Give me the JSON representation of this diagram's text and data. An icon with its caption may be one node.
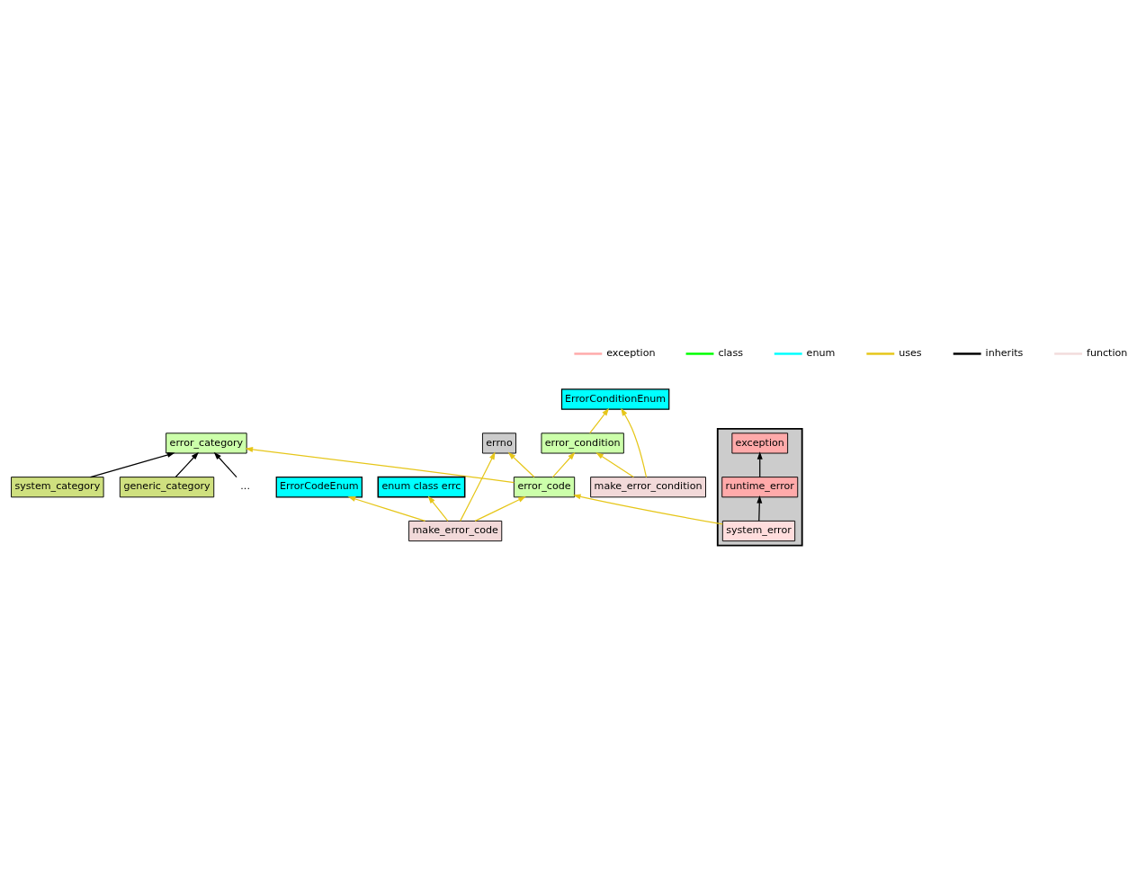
{
  "diagram": {
    "nodes": [
      {
        "text": [
          "error_category"
        ]
      },
      {
        "text": [
          "ErrorCodeEnum"
        ]
      },
      {
        "text": [
          "system_category"
        ]
      },
      {
        "text": [
          "generic_category"
        ]
      },
      {
        "text": [
          "..."
        ]
      },
      {
        "text": [
          "errno"
        ]
      },
      {
        "text": [
          "error_code"
        ]
      },
      {
        "text": [
          "ErrorConditionEnum"
        ]
      },
      {
        "text": [
          "error_condition"
        ]
      },
      {
        "text": [
          "make_error_condition"
        ]
      },
      {
        "text": [],
        "shape": "box"
      },
      {
        "text": [
          "exception"
        ],
        "in": 10
      },
      {
        "text": [
          "runtime_error"
        ],
        "in": 10
      },
      {
        "text": [
          "system_error"
        ],
        "in": 10
      },
      {
        "text": [
          "enum class errc"
        ]
      },
      {
        "text": [
          "make_error_code"
        ]
      }
    ],
    "edges": [
      {
        "from": 2,
        "to": 0,
        "arrow": "to",
        "color": "#000000"
      },
      {
        "from": 3,
        "to": 0,
        "arrow": "to",
        "color": "#000000"
      },
      {
        "from": 4,
        "to": 0,
        "arrow": "to",
        "color": "#000000"
      },
      {
        "from": 6,
        "to": 0,
        "arrow": "to"
      },
      {
        "from": 6,
        "to": 8,
        "arrow": "to"
      },
      {
        "from": 6,
        "to": 5,
        "arrow": "to"
      },
      {
        "from": 8,
        "to": 7,
        "arrow": "to"
      },
      {
        "from": 9,
        "to": 7,
        "arrow": "to"
      },
      {
        "from": 9,
        "to": 8,
        "arrow": "to"
      },
      {
        "from": 15,
        "to": 1,
        "arrow": "to"
      },
      {
        "from": 15,
        "to": 5,
        "arrow": "to"
      },
      {
        "from": 15,
        "to": 14,
        "arrow": "to"
      },
      {
        "from": 15,
        "to": 6,
        "arrow": "to"
      },
      {
        "from": 13,
        "to": 6,
        "arrow": "to"
      },
      {
        "from": 12,
        "to": 11,
        "arrow": "to",
        "color": "#000000"
      },
      {
        "from": 13,
        "to": 12,
        "arrow": "to",
        "color": "#000000"
      }
    ],
    "legend": [
      {
        "text": "exception",
        "color": "#ffaaaa"
      },
      {
        "text": "class",
        "color": "#00ff00"
      },
      {
        "text": "enum",
        "color": "#00ffff"
      },
      {
        "text": "uses",
        "color": "#e6c619"
      },
      {
        "text": "inherits",
        "color": "#000000"
      },
      {
        "text": "function",
        "color": "#f2dcdc"
      }
    ]
  }
}
